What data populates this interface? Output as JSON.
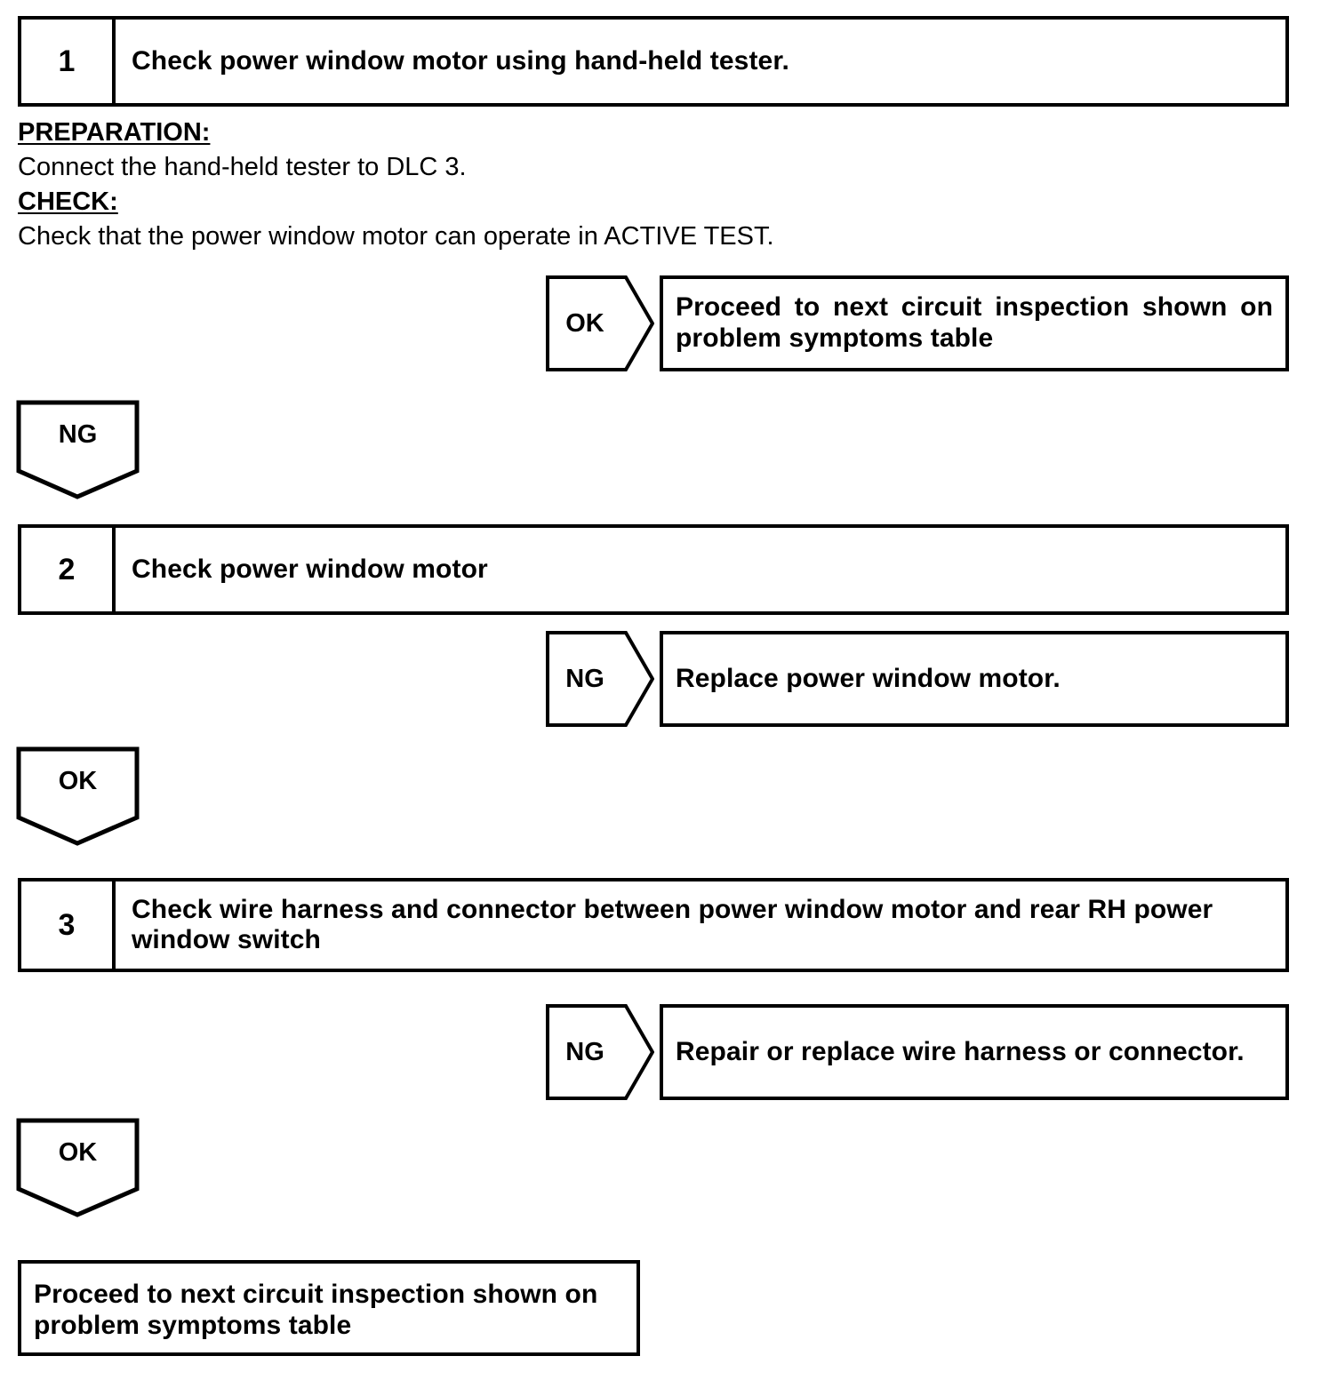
{
  "document": {
    "type": "diagnostic-flowchart",
    "title": "Power window motor circuit inspection"
  },
  "steps": [
    {
      "number": "1",
      "title": "Check power window motor using hand-held tester.",
      "preparation_label": "PREPARATION:",
      "preparation_text": "Connect the hand-held tester to DLC 3.",
      "check_label": "CHECK:",
      "check_text": "Check that the power window motor can operate in ACTIVE TEST."
    },
    {
      "number": "2",
      "title": "Check power window motor"
    },
    {
      "number": "3",
      "title": "Check wire harness and connector between power window motor and rear RH power window switch"
    }
  ],
  "branches": [
    {
      "judgement": "OK",
      "direction": "right",
      "result": "Proceed to next circuit inspection shown on problem symptoms table"
    },
    {
      "judgement": "NG",
      "direction": "down",
      "result": ""
    },
    {
      "judgement": "NG",
      "direction": "right",
      "result": "Replace power window motor."
    },
    {
      "judgement": "OK",
      "direction": "down",
      "result": ""
    },
    {
      "judgement": "NG",
      "direction": "right",
      "result": "Repair or replace wire harness or connector."
    },
    {
      "judgement": "OK",
      "direction": "down",
      "result": ""
    }
  ],
  "final_result": "Proceed to next circuit inspection shown on problem symptoms table",
  "colors": {
    "line": "#000000",
    "background": "#ffffff",
    "text": "#000000"
  }
}
